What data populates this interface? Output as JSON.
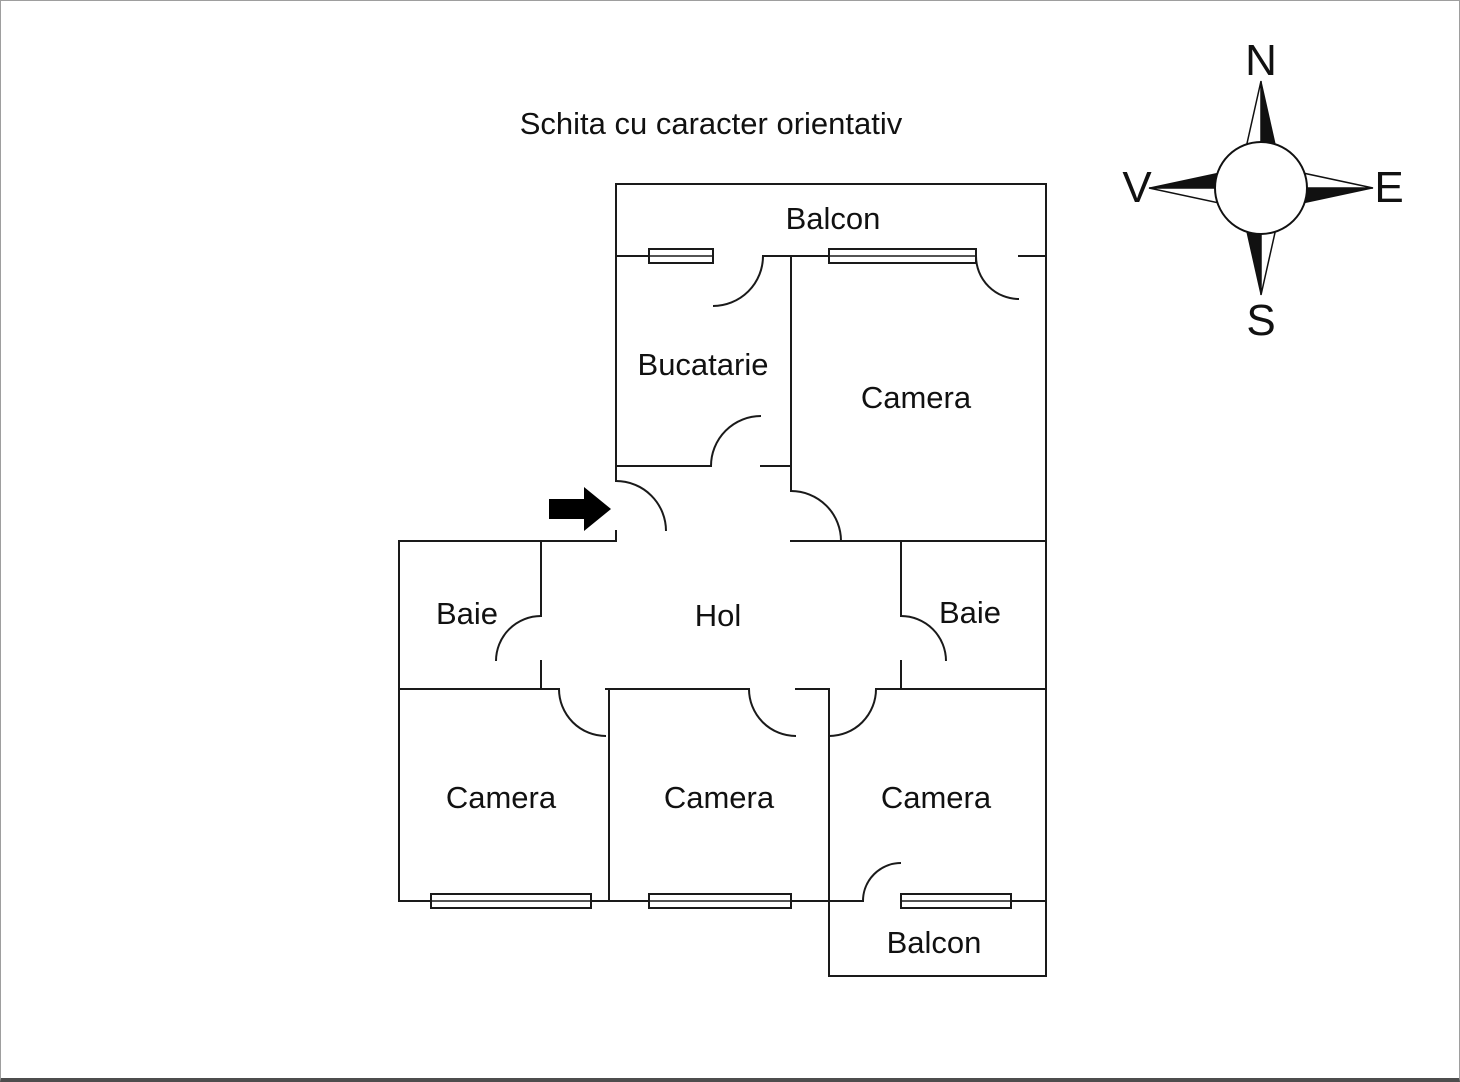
{
  "title": "Schita cu caracter orientativ",
  "compass": {
    "north": "N",
    "east": "E",
    "south": "S",
    "west": "V"
  },
  "rooms": {
    "balcon_top": "Balcon",
    "bucatarie": "Bucatarie",
    "camera_ne": "Camera",
    "baie_west": "Baie",
    "hol": "Hol",
    "baie_east": "Baie",
    "camera_sw": "Camera",
    "camera_s": "Camera",
    "camera_se": "Camera",
    "balcon_s": "Balcon"
  },
  "colors": {
    "wall": "#1a1a1a",
    "text": "#111111",
    "background": "#ffffff",
    "page_border": "#9e9e9e",
    "bottom_border": "#4d4d4d",
    "arrow": "#000000"
  }
}
